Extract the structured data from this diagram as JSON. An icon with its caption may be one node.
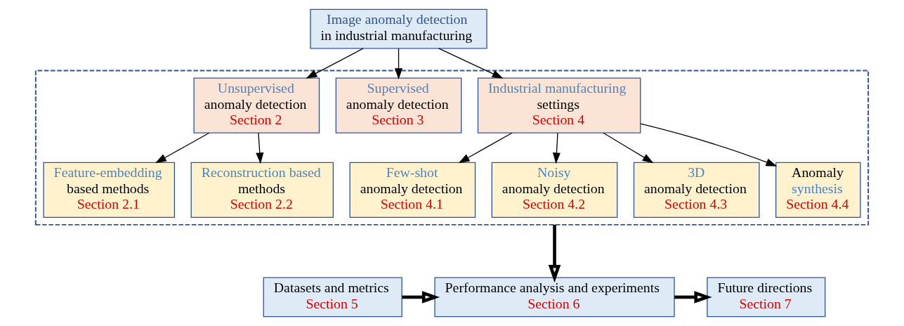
{
  "diagram": {
    "nodes": [
      {
        "text": [
          "Image anomaly detection",
          "in industrial manufacturing"
        ]
      },
      {
        "text": [],
        "shape": "box"
      },
      {
        "text": [
          "Unsupervised",
          "anomaly detection",
          "Section 2"
        ],
        "in": 1
      },
      {
        "text": [
          "Supervised",
          "anomaly detection",
          "Section 3"
        ],
        "in": 1
      },
      {
        "text": [
          "Industrial manufacturing",
          "settings",
          "Section 4"
        ],
        "in": 1
      },
      {
        "text": [
          "Feature-embedding",
          "based methods",
          "Section 2.1"
        ],
        "in": 1
      },
      {
        "text": [
          "Reconstruction based",
          "methods",
          "Section 2.2"
        ],
        "in": 1
      },
      {
        "text": [
          "Few-shot",
          "anomaly detection",
          "Section 4.1"
        ],
        "in": 1
      },
      {
        "text": [
          "Noisy",
          "anomaly detection",
          "Section 4.2"
        ],
        "in": 1
      },
      {
        "text": [
          "3D",
          "anomaly detection",
          "Section 4.3"
        ],
        "in": 1
      },
      {
        "text": [
          "Anomaly",
          "synthesis",
          "Section 4.4"
        ],
        "in": 1
      },
      {
        "text": [
          "Datasets and metrics",
          "Section 5"
        ]
      },
      {
        "text": [
          "Performance analysis and experiments",
          "Section 6"
        ]
      },
      {
        "text": [
          "Future directions",
          "Section 7"
        ]
      }
    ],
    "edges": [
      {
        "from": 0,
        "to": 2,
        "arrow": "to"
      },
      {
        "from": 0,
        "to": 3,
        "arrow": "to"
      },
      {
        "from": 0,
        "to": 4,
        "arrow": "to"
      },
      {
        "from": 2,
        "to": 5,
        "arrow": "to"
      },
      {
        "from": 2,
        "to": 6,
        "arrow": "to"
      },
      {
        "from": 4,
        "to": 7,
        "arrow": "to"
      },
      {
        "from": 4,
        "to": 8,
        "arrow": "to"
      },
      {
        "from": 4,
        "to": 9,
        "arrow": "to"
      },
      {
        "from": 4,
        "to": 10,
        "arrow": "to"
      },
      {
        "from": 1,
        "to": 12,
        "arrow": "to",
        "style": "thick"
      },
      {
        "from": 11,
        "to": 12,
        "arrow": "to",
        "style": "thick"
      },
      {
        "from": 12,
        "to": 13,
        "arrow": "to",
        "style": "thick"
      }
    ]
  }
}
